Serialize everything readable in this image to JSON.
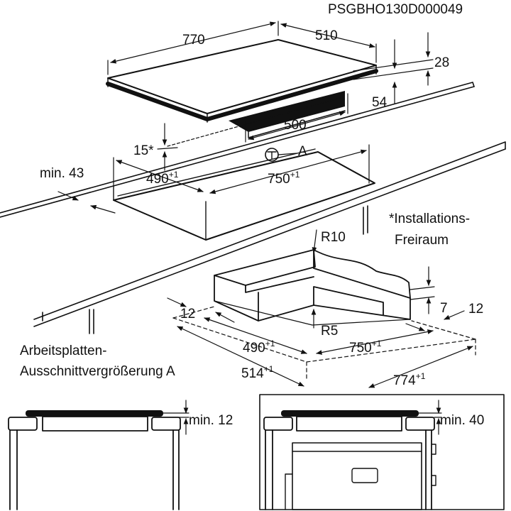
{
  "document_code": "PSGBHO130D000049",
  "dimensions": {
    "hob_width": "770",
    "hob_depth": "510",
    "hob_height": "28",
    "hob_body_depth": "54",
    "hob_body_width": "500",
    "clearance_angle": "15*",
    "min_front_distance": "min. 43",
    "cutout_depth": "490",
    "cutout_width": "750",
    "tolerance": "+1",
    "detail_marker": "A",
    "corner_radius_outer": "R10",
    "corner_radius_inner": "R5",
    "edge_offset": "12",
    "edge_offset_right": "12",
    "step_height": "7",
    "enlarged_depth": "490",
    "enlarged_width": "750",
    "outer_depth": "514",
    "outer_width": "774",
    "min_gap_left": "min. 12",
    "min_gap_right": "min. 40"
  },
  "notes": {
    "installation_space_line1": "*Installations-",
    "installation_space_line2": "Freiraum",
    "cutout_enlargement_line1": "Arbeitsplatten-",
    "cutout_enlargement_line2": "Ausschnittvergrößerung A"
  }
}
